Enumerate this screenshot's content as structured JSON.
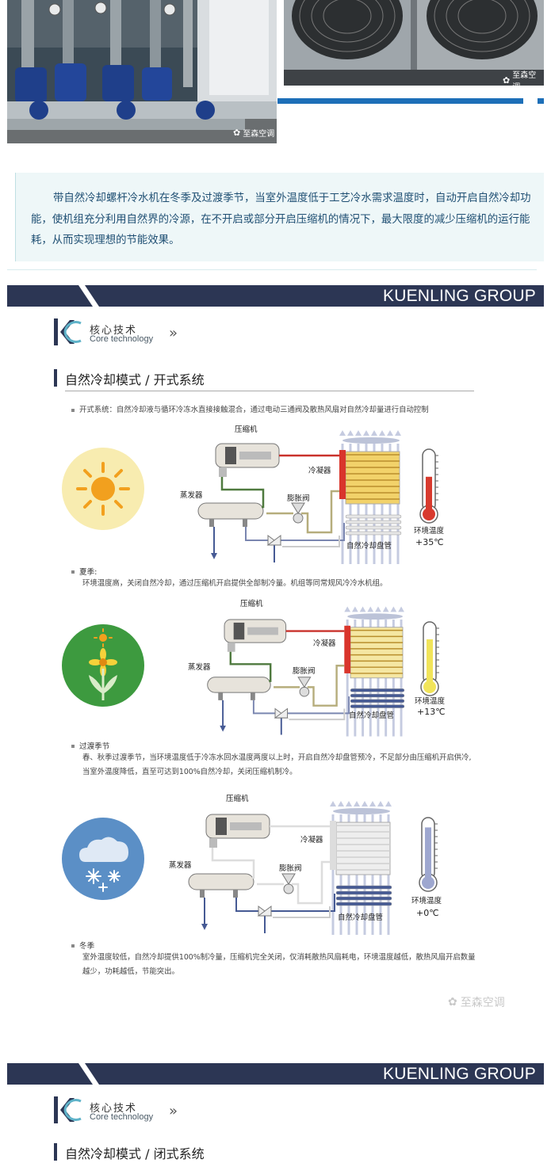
{
  "photos": {
    "left_watermark": "至森空调",
    "right_watermark": "至森空调"
  },
  "intro": {
    "text": "带自然冷却螺杆冷水机在冬季及过渡季节，当室外温度低于工艺冷水需求温度时，自动开启自然冷却功能，使机组充分利用自然界的冷源，在不开启或部分开启压缩机的情况下，最大限度的减少压缩机的运行能耗，从而实现理想的节能效果。"
  },
  "section1": {
    "banner": "KUENLING GROUP",
    "core_cn": "核心技术",
    "core_en": "Core technology",
    "arrows": "»",
    "title": "自然冷却模式 / 开式系统",
    "open_note": "开式系统：自然冷却液与循环冷冻水直接接触混合，通过电动三通阀及散热风扇对自然冷却量进行自动控制"
  },
  "diagram_labels": {
    "compressor": "压缩机",
    "condenser": "冷凝器",
    "evaporator": "蒸发器",
    "expansion_valve": "膨胀阀",
    "coil": "自然冷却盘管",
    "ambient": "环境温度"
  },
  "summer": {
    "temperature": "+35℃",
    "heading": "夏季:",
    "desc": "环境温度高，关闭自然冷却，通过压缩机开启提供全部制冷量。机组等同常规风冷冷水机组。",
    "colors": {
      "thermo": "#d83a2e",
      "circle": "#f8ecb0"
    }
  },
  "transition": {
    "temperature": "+13℃",
    "heading": "过渡季节",
    "desc_line1": "春、秋季过渡季节，当环境温度低于冷冻水回水温度两度以上时，开启自然冷却盘管预冷，不足部分由压缩机开启供冷,",
    "desc_line2": "当室外温度降低，直至可达到100%自然冷却，关闭压缩机制冷。",
    "colors": {
      "thermo": "#f1e45a",
      "circle": "#3d9a3f"
    }
  },
  "winter": {
    "temperature": "+0℃",
    "heading": "冬季",
    "desc_line1": "室外温度较低，自然冷却提供100%制冷量，压缩机完全关闭，仅消耗散热风扇耗电，环境温度越低，散热风扇开启数量",
    "desc_line2": "越少，功耗越低，节能突出。",
    "colors": {
      "thermo": "#9ea7cf",
      "circle": "#5b8fc6"
    }
  },
  "watermark_bottom": "至森空调",
  "section2": {
    "banner": "KUENLING GROUP",
    "core_cn": "核心技术",
    "core_en": "Core technology",
    "arrows": "»",
    "title": "自然冷却模式 / 闭式系统"
  }
}
